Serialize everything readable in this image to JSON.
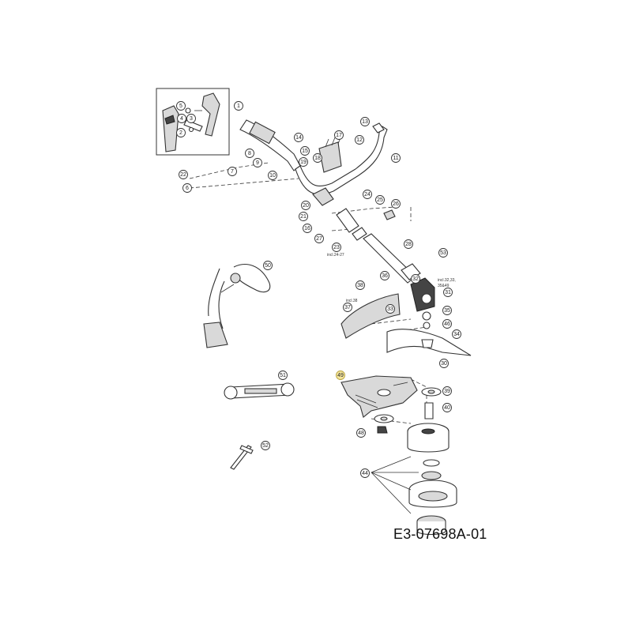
{
  "drawing_number": "E3-07698A-01",
  "callouts": [
    "1",
    "2",
    "3",
    "4",
    "5",
    "6",
    "7",
    "8",
    "9",
    "10",
    "11",
    "12",
    "13",
    "14",
    "15",
    "16",
    "17",
    "18",
    "19",
    "20",
    "21",
    "22",
    "23",
    "24",
    "25",
    "26",
    "27",
    "28",
    "30",
    "31",
    "32",
    "33",
    "34",
    "35",
    "36",
    "37",
    "38",
    "39",
    "40",
    "44",
    "46",
    "48",
    "49",
    "50",
    "51",
    "52",
    "53"
  ],
  "notes": {
    "n23": "incl.24-27",
    "n32a": "incl.32,33,",
    "n32b": "35&49",
    "n38": "incl.38"
  },
  "highlight_callout": "49"
}
